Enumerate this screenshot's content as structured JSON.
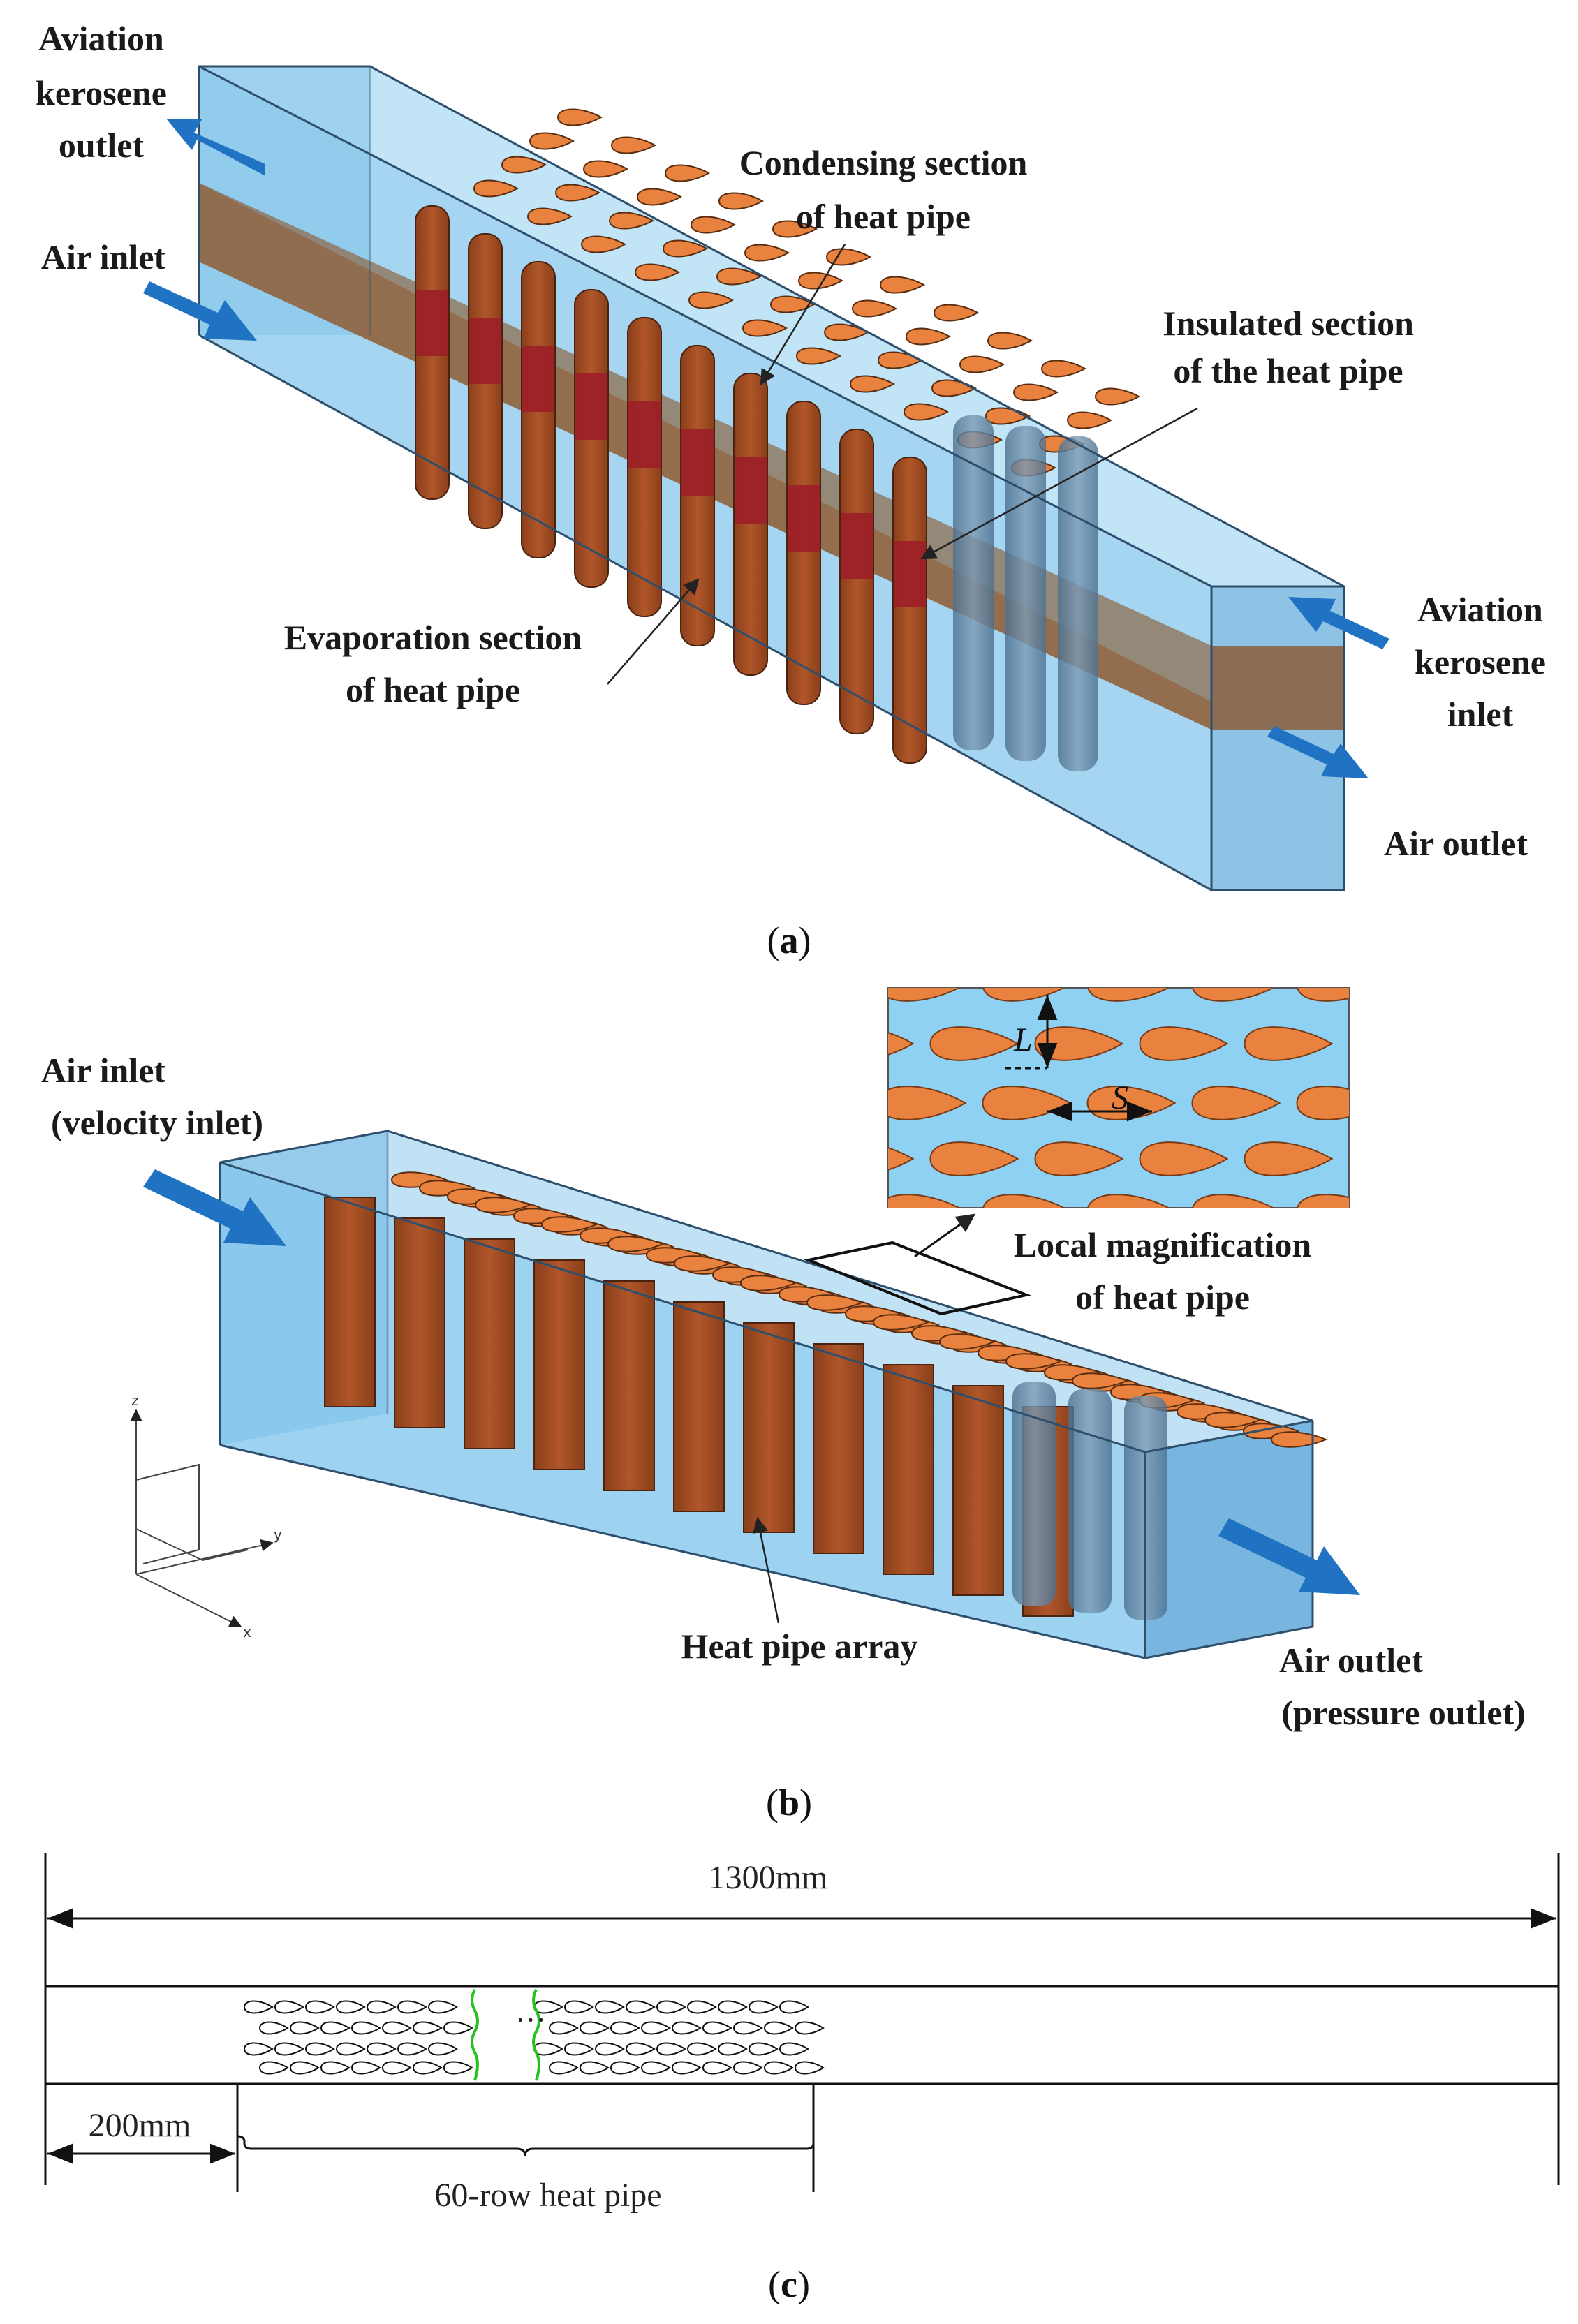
{
  "panel_a": {
    "caption_open": "(",
    "caption_letter": "a",
    "caption_close": ")",
    "labels": {
      "kerosene_outlet": [
        "Aviation",
        "kerosene",
        "outlet"
      ],
      "air_inlet": "Air inlet",
      "condensing": [
        "Condensing section",
        "of heat pipe"
      ],
      "insulated": [
        "Insulated section",
        "of the heat pipe"
      ],
      "evaporation": [
        "Evaporation section",
        "of heat pipe"
      ],
      "kerosene_inlet": [
        "Aviation",
        "kerosene",
        "inlet"
      ],
      "air_outlet": "Air outlet"
    }
  },
  "panel_b": {
    "caption_open": "(",
    "caption_letter": "b",
    "caption_close": ")",
    "labels": {
      "air_inlet": [
        "Air inlet",
        "(velocity inlet)"
      ],
      "local_mag": [
        "Local magnification",
        "of heat pipe"
      ],
      "heat_pipe_array": "Heat pipe array",
      "air_outlet": [
        "Air outlet",
        "(pressure outlet)"
      ],
      "L": "L",
      "S": "S",
      "axis_z": "z",
      "axis_y": "y",
      "axis_x": "x"
    }
  },
  "panel_c": {
    "caption_open": "(",
    "caption_letter": "c",
    "caption_close": ")",
    "total_length": "1300mm",
    "offset_length": "200mm",
    "array_label": "60-row heat pipe",
    "ellipsis": "···"
  },
  "colors": {
    "water": "#8ec9ec",
    "water_dark": "#5da8d8",
    "copper": "#a04d22",
    "copper_light": "#e8823e",
    "kerosene_band": "#9b6a45",
    "insulated": "#9c2127",
    "arrow": "#1f73c2"
  }
}
